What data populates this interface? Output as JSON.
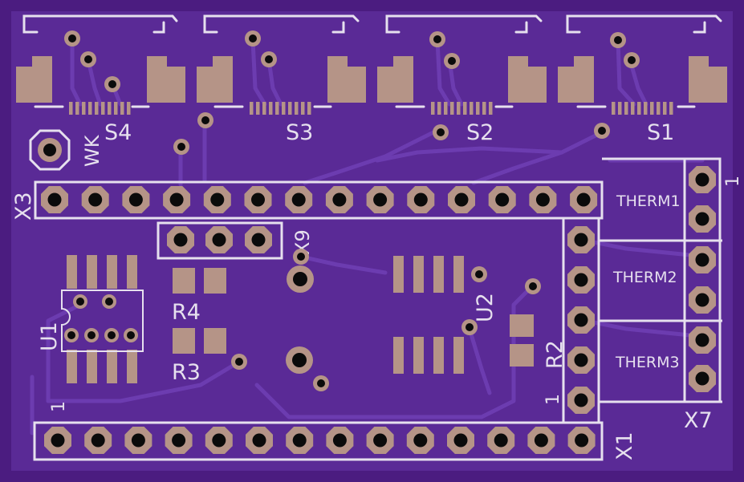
{
  "colors": {
    "board_edge": "#4b1c80",
    "board": "#5a2a96",
    "trace": "#6c3cb0",
    "silk": "#e6e0ee",
    "pad": "#b59487",
    "drill": "#0b0b0b"
  },
  "labels": {
    "s4": "S4",
    "s3": "S3",
    "s2": "S2",
    "s1": "S1",
    "wk": "WK",
    "x3": "X3",
    "x1": "X1",
    "x7": "X7",
    "x9": "X9",
    "u1": "U1",
    "u2": "U2",
    "r2": "R2",
    "r3": "R3",
    "r4": "R4",
    "therm1": "THERM1",
    "therm2": "THERM2",
    "therm3": "THERM3",
    "pin1_x7": "1",
    "pin1_r2": "1",
    "pin1_x1": "1"
  }
}
